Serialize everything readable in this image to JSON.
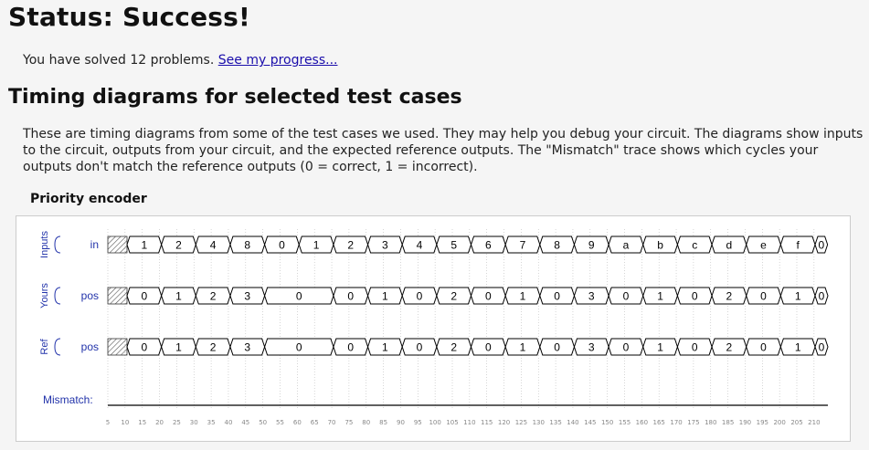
{
  "page": {
    "status_title": "Status: Success!",
    "solved_text": "You have solved 12 problems.",
    "progress_link": "See my progress...",
    "section_title": "Timing diagrams for selected test cases",
    "intro_text": "These are timing diagrams from some of the test cases we used. They may help you debug your circuit. The diagrams show inputs to the circuit, outputs from your circuit, and the expected reference outputs. The \"Mismatch\" trace shows which cycles your outputs don't match the reference outputs (0 = correct, 1 = incorrect).",
    "waveform_title": "Priority encoder"
  },
  "waveform": {
    "groups": [
      "Inputs",
      "Yours",
      "Ref"
    ],
    "signals": [
      {
        "group": "Inputs",
        "name": "in",
        "values": [
          "1",
          "2",
          "4",
          "8",
          "0",
          "1",
          "2",
          "3",
          "4",
          "5",
          "6",
          "7",
          "8",
          "9",
          "a",
          "b",
          "c",
          "d",
          "e",
          "f",
          "0"
        ]
      },
      {
        "group": "Yours",
        "name": "pos",
        "values": [
          "0",
          "1",
          "2",
          "3",
          "0",
          "0",
          "1",
          "0",
          "2",
          "0",
          "1",
          "0",
          "3",
          "0",
          "1",
          "0",
          "2",
          "0",
          "1",
          "0"
        ]
      },
      {
        "group": "Ref",
        "name": "pos",
        "values": [
          "0",
          "1",
          "2",
          "3",
          "0",
          "0",
          "1",
          "0",
          "2",
          "0",
          "1",
          "0",
          "3",
          "0",
          "1",
          "0",
          "2",
          "0",
          "1",
          "0"
        ]
      }
    ],
    "mismatch_label": "Mismatch:",
    "time_ticks": [
      "5",
      "10",
      "15",
      "20",
      "25",
      "30",
      "35",
      "40",
      "45",
      "50",
      "55",
      "60",
      "65",
      "70",
      "75",
      "80",
      "85",
      "90",
      "95",
      "100",
      "105",
      "110",
      "115",
      "120",
      "125",
      "130",
      "135",
      "140",
      "145",
      "150",
      "155",
      "160",
      "165",
      "170",
      "175",
      "180",
      "185",
      "190",
      "195",
      "200",
      "205",
      "210"
    ],
    "colors": {
      "label": "#2233aa",
      "trace": "#000000",
      "grid": "#bbbbbb",
      "axis": "#888888"
    }
  }
}
